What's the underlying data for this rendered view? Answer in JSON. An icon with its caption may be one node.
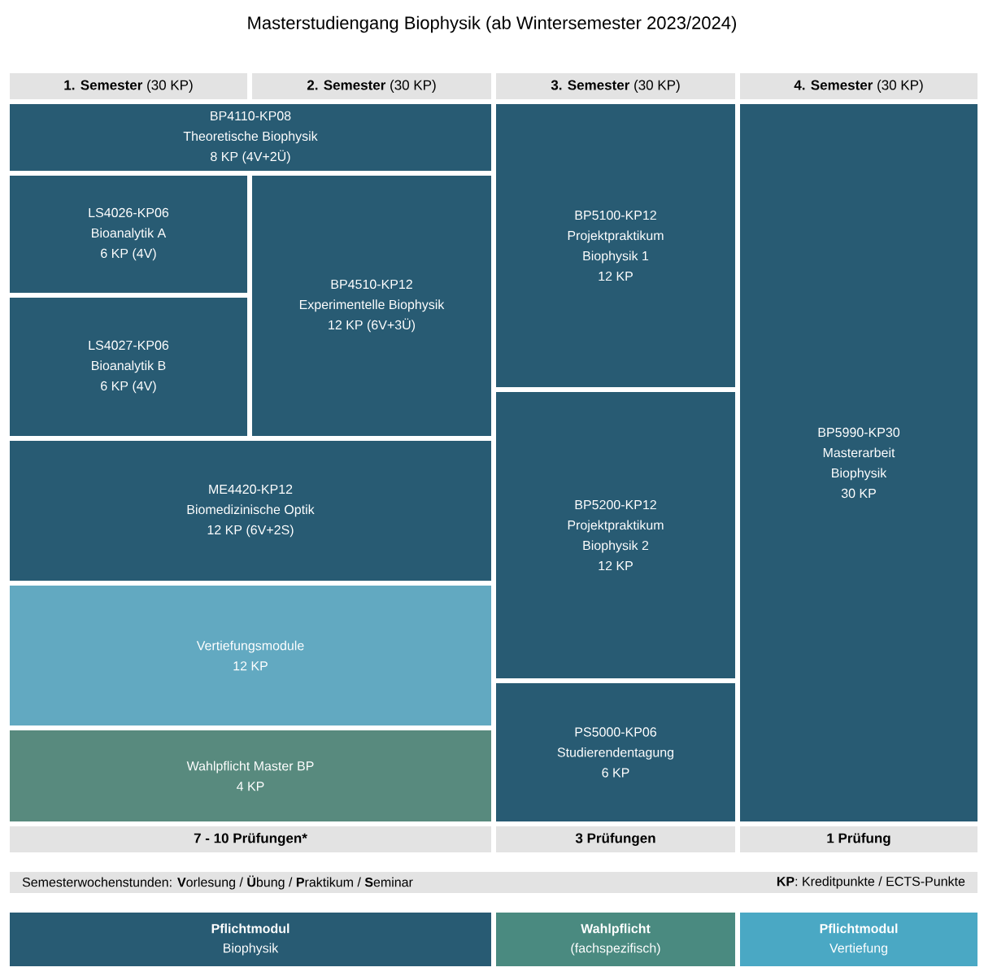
{
  "diagram": {
    "title": "Masterstudiengang Biophysik (ab Wintersemester 2023/2024)",
    "nodes": [
      {
        "text": [
          "**1. Semester** (30 KP)"
        ]
      },
      {
        "text": [
          "**2. Semester** (30 KP)"
        ]
      },
      {
        "text": [
          "**3. Semester** (30 KP)"
        ]
      },
      {
        "text": [
          "**4. Semester** (30 KP)"
        ]
      },
      {
        "text": [
          "BP4110-KP08",
          "Theoretische Biophysik",
          "8 KP (4V+2Ü)"
        ]
      },
      {
        "text": [
          "LS4026-KP06",
          "Bioanalytik A",
          "6 KP (4V)"
        ]
      },
      {
        "text": [
          "LS4027-KP06",
          "Bioanalytik B",
          "6 KP (4V)"
        ]
      },
      {
        "text": [
          "BP4510-KP12",
          "Experimentelle Biophysik",
          "12 KP (6V+3Ü)"
        ]
      },
      {
        "text": [
          "ME4420-KP12",
          "Biomedizinische Optik",
          "12 KP (6V+2S)"
        ]
      },
      {
        "text": [
          "Vertiefungsmodule",
          "12 KP"
        ]
      },
      {
        "text": [
          "Wahlpflicht Master BP",
          "4 KP"
        ]
      },
      {
        "text": [
          "BP5100-KP12",
          "Projektpraktikum",
          "Biophysik 1",
          "12 KP"
        ]
      },
      {
        "text": [
          "BP5200-KP12",
          "Projektpraktikum",
          "Biophysik 2",
          "12 KP"
        ]
      },
      {
        "text": [
          "PS5000-KP06",
          "Studierendentagung",
          "6 KP"
        ]
      },
      {
        "text": [
          "BP5990-KP30",
          "Masterarbeit",
          "Biophysik",
          "30 KP"
        ]
      },
      {
        "text": [
          "7 - 10 Prüfungen*"
        ]
      },
      {
        "text": [
          "3 Prüfungen"
        ]
      },
      {
        "text": [
          "1 Prüfung"
        ]
      },
      {
        "text": [
          "Semesterwochenstunden:  **V**orlesung / **Ü**bung / **P**raktikum / **S**eminar",
          "**KP**: Kreditpunkte / ECTS-Punkte"
        ]
      },
      {
        "text": [
          "Pflichtmodul",
          "Biophysik"
        ]
      },
      {
        "text": [
          "Wahlpflicht",
          "(fachspezifisch)"
        ]
      },
      {
        "text": [
          "Pflichtmodul",
          "Vertiefung"
        ]
      }
    ]
  }
}
